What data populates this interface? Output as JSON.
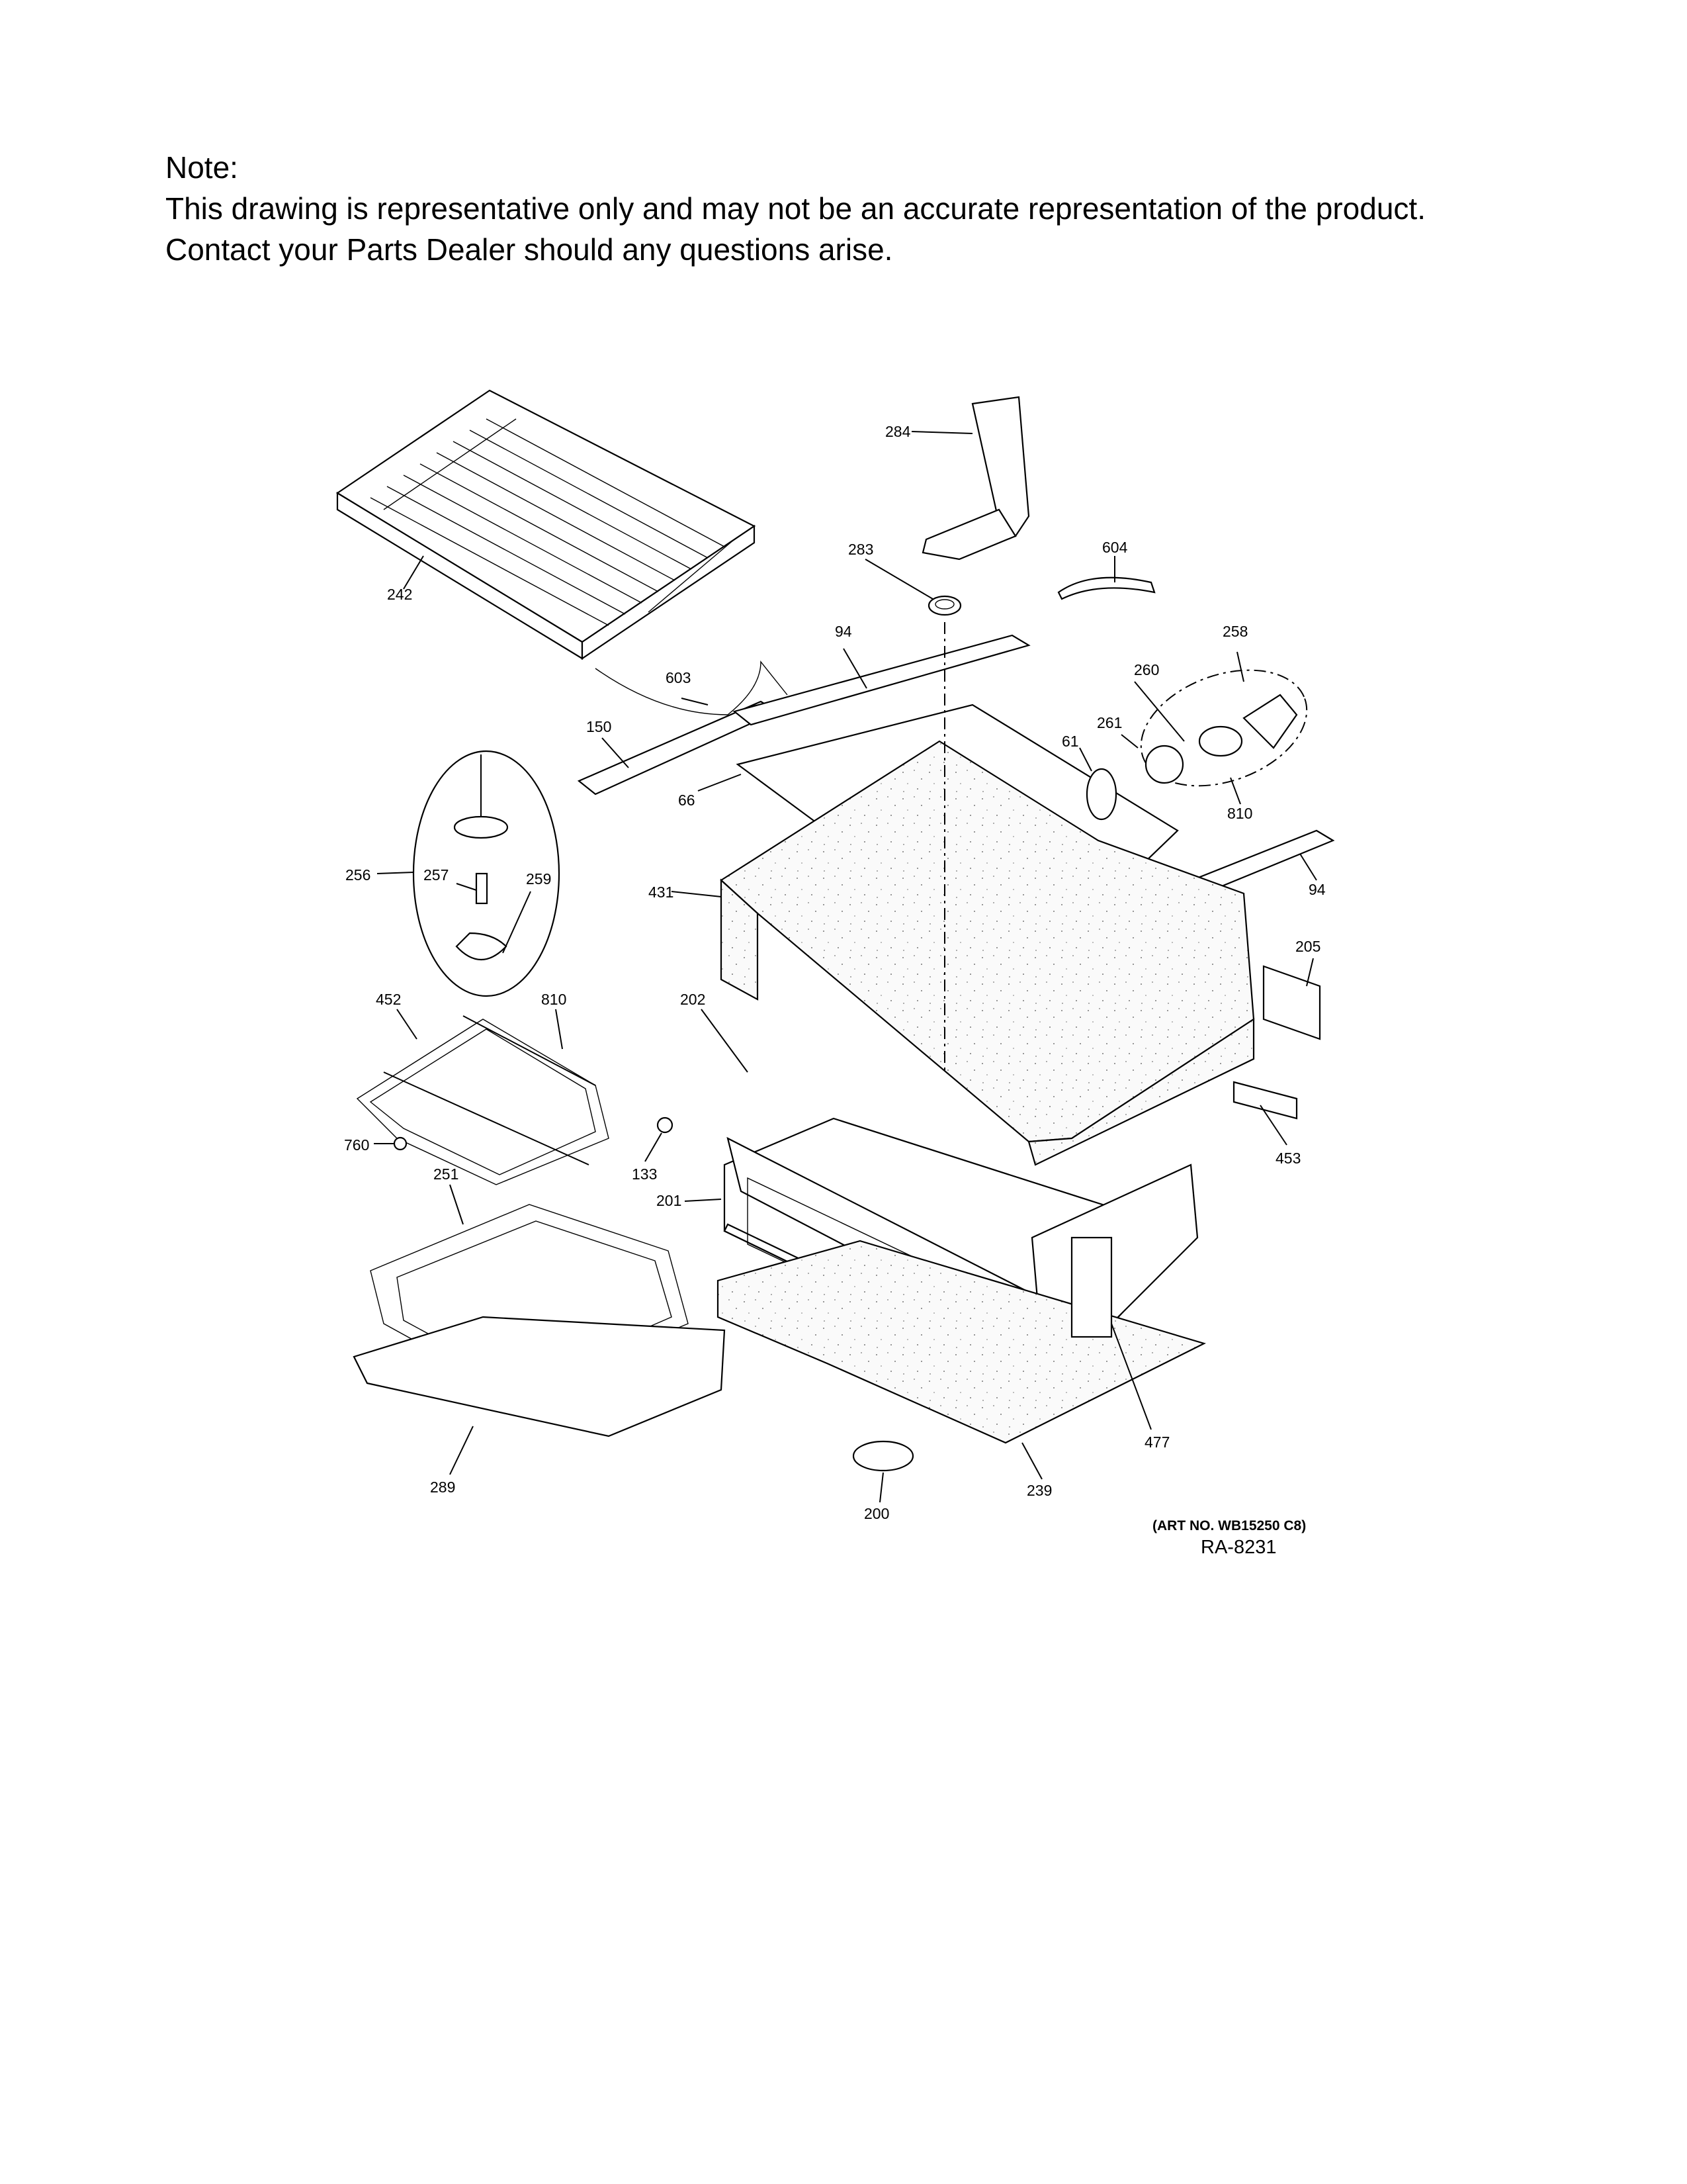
{
  "note": {
    "heading": "Note:",
    "line1": "This drawing is representative only and may not be an accurate representation of the product.",
    "line2": "Contact your Parts Dealer should any questions arise."
  },
  "callouts": [
    "284",
    "604",
    "283",
    "242",
    "94",
    "258",
    "603",
    "260",
    "150",
    "261",
    "61",
    "66",
    "810",
    "256",
    "257",
    "259",
    "431",
    "94",
    "205",
    "452",
    "810",
    "202",
    "760",
    "133",
    "453",
    "251",
    "201",
    "477",
    "289",
    "200",
    "239"
  ],
  "art_number": "(ART NO. WB15250 C8)",
  "ra_number": "RA-8231"
}
